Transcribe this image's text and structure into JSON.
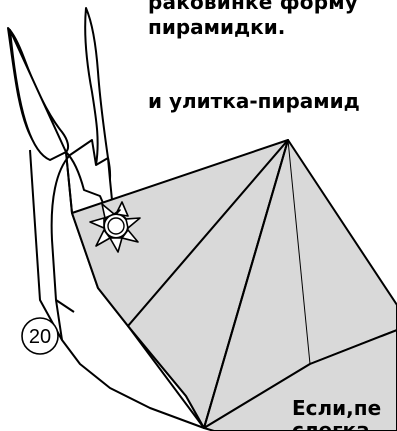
{
  "captions": {
    "top_line_1": "раковинке форму",
    "top_line_2": "пирамидки.",
    "middle": "и улитка-пирамид",
    "bottom_line_1": "Если,пе",
    "bottom_line_2": "слегка"
  },
  "step": {
    "number": "20"
  },
  "colors": {
    "paper_fill": "#d9d9d9",
    "paper_light": "#ececec",
    "line": "#000000",
    "background": "#ffffff"
  }
}
